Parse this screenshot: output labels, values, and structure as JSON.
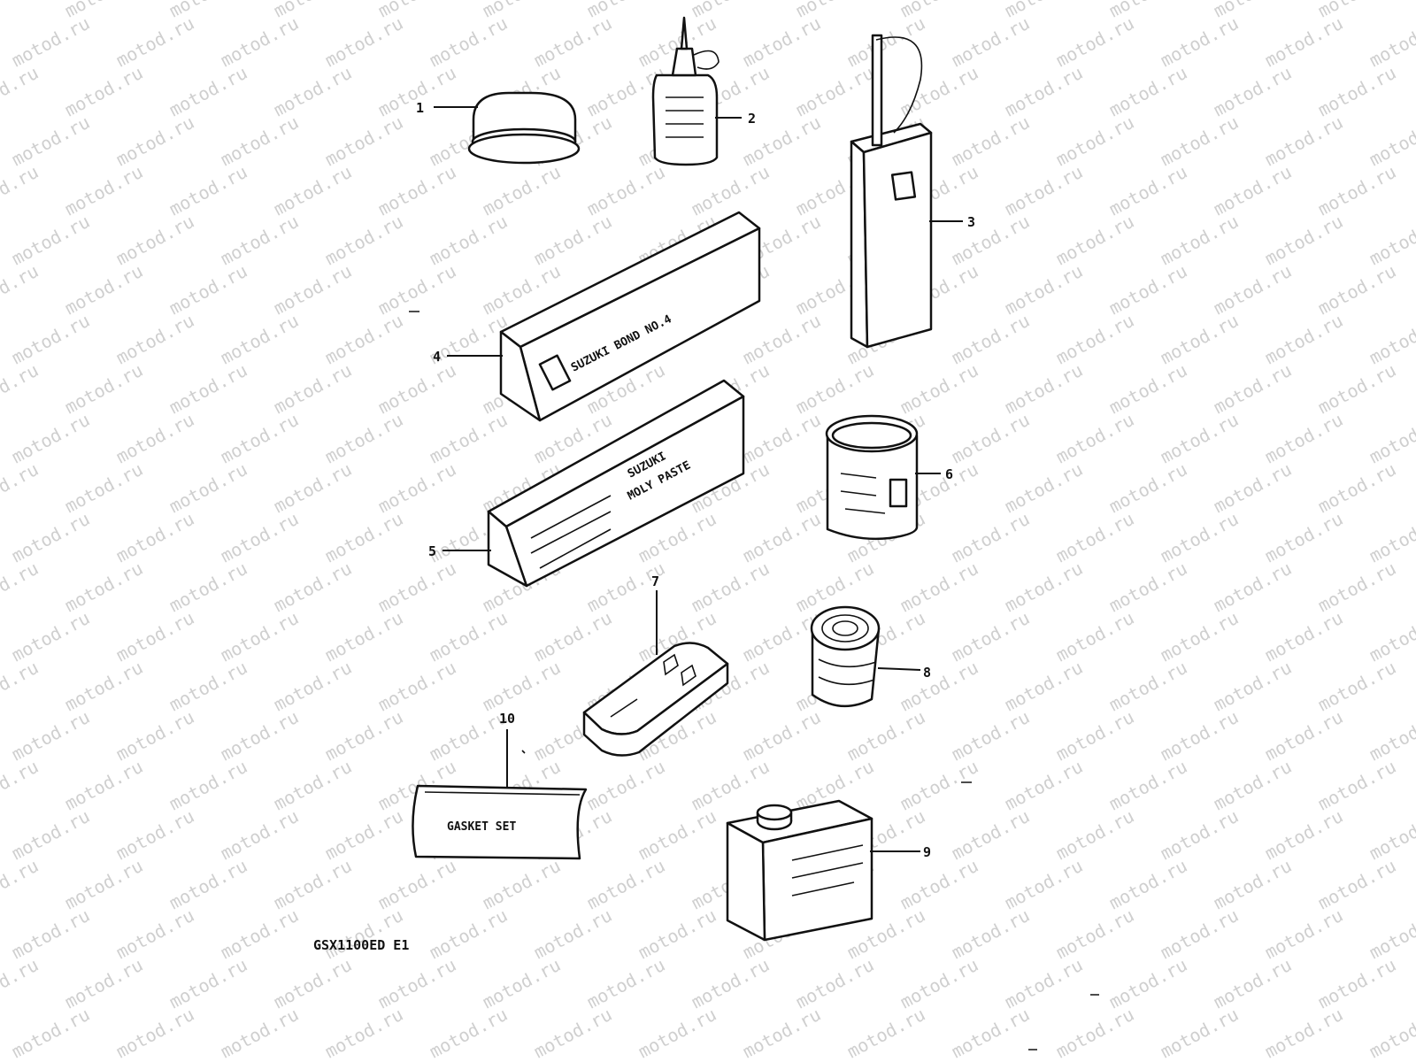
{
  "watermark": "motod.ru",
  "diagram_code": "GSX1100ED E1",
  "callouts": [
    "1",
    "2",
    "3",
    "4",
    "5",
    "6",
    "7",
    "8",
    "9",
    "10"
  ],
  "packages": {
    "bond_top": "SUZUKI BOND NO.4",
    "moly_brand": "SUZUKI",
    "moly_name": "MOLY PASTE",
    "gasket": "GASKET SET"
  },
  "colors": {
    "ink": "#111111",
    "watermark": "#cfcfcf"
  }
}
